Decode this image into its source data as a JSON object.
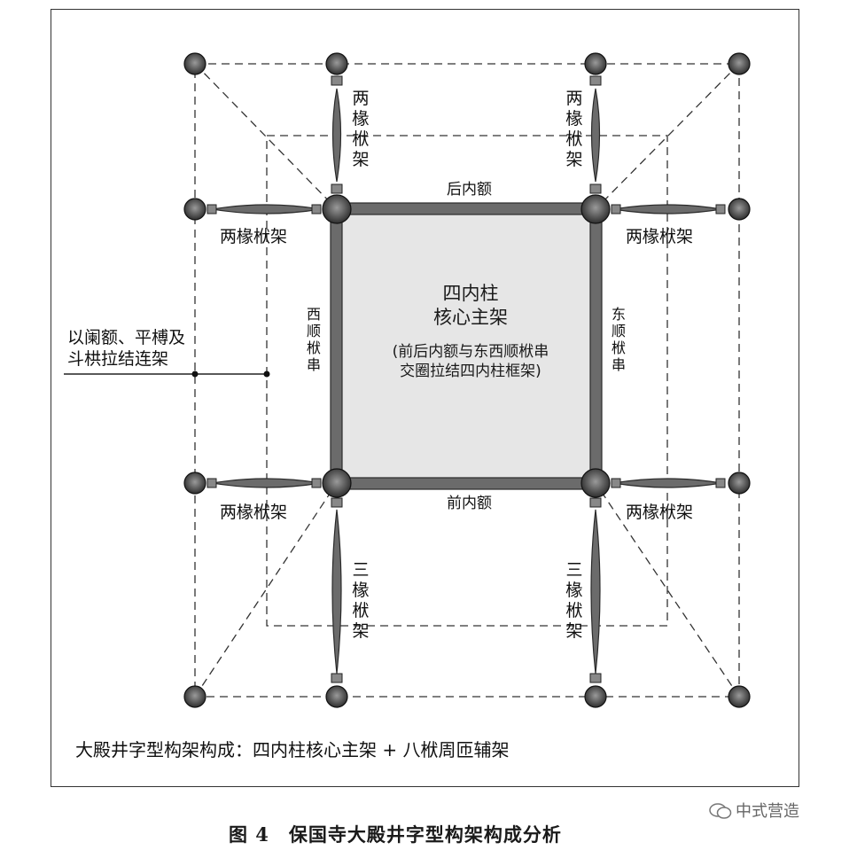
{
  "labels": {
    "rear_beam": "后内额",
    "front_beam": "前内额",
    "west_tie": "西顺栿串",
    "east_tie": "东顺栿串",
    "core_title_1": "四内柱",
    "core_title_2": "核心主架",
    "core_note_1": "(前后内额与东西顺栿串",
    "core_note_2": "交圈拉结四内柱框架)",
    "two_rafter_vert_left": "两椽栿架",
    "two_rafter_vert_right": "两椽栿架",
    "two_rafter_h_ul": "两椽栿架",
    "two_rafter_h_ur": "两椽栿架",
    "two_rafter_h_ll": "两椽栿架",
    "two_rafter_h_lr": "两椽栿架",
    "three_rafter_left": "三椽栿架",
    "three_rafter_right": "三椽栿架",
    "side_note_1": "以阑额、平榑及",
    "side_note_2": "斗栱拉结连架"
  },
  "caption_inner": "大殿井字型构架构成：四内柱核心主架 + 八栿周匝辅架",
  "figure_title": "图 4　保国寺大殿井字型构架构成分析",
  "watermark": "中式营造",
  "colors": {
    "beam": "#6b6b6b",
    "core_fill": "#e6e6e6",
    "column": "#3a3a3a",
    "dashed": "#333333"
  }
}
